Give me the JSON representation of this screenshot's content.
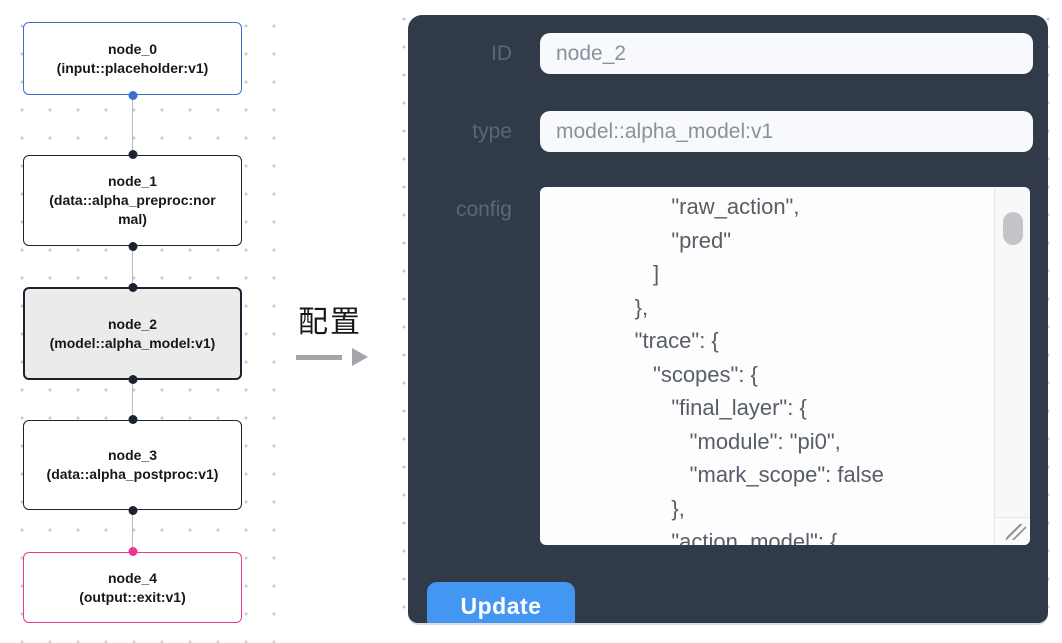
{
  "flow": {
    "nodes": [
      {
        "title": "node_0",
        "subtitle": "(input::placeholder:v1)",
        "kind": "input",
        "selected": false
      },
      {
        "title": "node_1",
        "subtitle": "(data::alpha_preproc:normal)",
        "kind": "default",
        "selected": false
      },
      {
        "title": "node_2",
        "subtitle": "(model::alpha_model:v1)",
        "kind": "default",
        "selected": true
      },
      {
        "title": "node_3",
        "subtitle": "(data::alpha_postproc:v1)",
        "kind": "default",
        "selected": false
      },
      {
        "title": "node_4",
        "subtitle": "(output::exit:v1)",
        "kind": "output",
        "selected": false
      }
    ]
  },
  "transition": {
    "label": "配置"
  },
  "panel": {
    "fields": [
      {
        "label": "ID",
        "value": "node_2"
      },
      {
        "label": "type",
        "value": "model::alpha_model:v1"
      }
    ],
    "config_label": "config",
    "config_lines": [
      "            \"raw_action\",",
      "            \"pred\"",
      "         ]",
      "      },",
      "      \"trace\": {",
      "         \"scopes\": {",
      "            \"final_layer\": {",
      "               \"module\": \"pi0\",",
      "               \"mark_scope\": false",
      "            },",
      "            \"action_model\": {"
    ],
    "update_label": "Update"
  },
  "colors": {
    "panel_bg": "#303a49",
    "field_bg": "#f7f9fc",
    "field_text": "#8b919c",
    "label_text": "#5d6675",
    "config_text": "#575e67",
    "button_bg": "#4397f3",
    "button_text": "#ffffff",
    "node_border_default": "#1c2330",
    "node_border_input": "#3a70c8",
    "node_border_output": "#ee3595",
    "selected_node_bg": "#ebebec",
    "edge": "#b7bbc1"
  }
}
